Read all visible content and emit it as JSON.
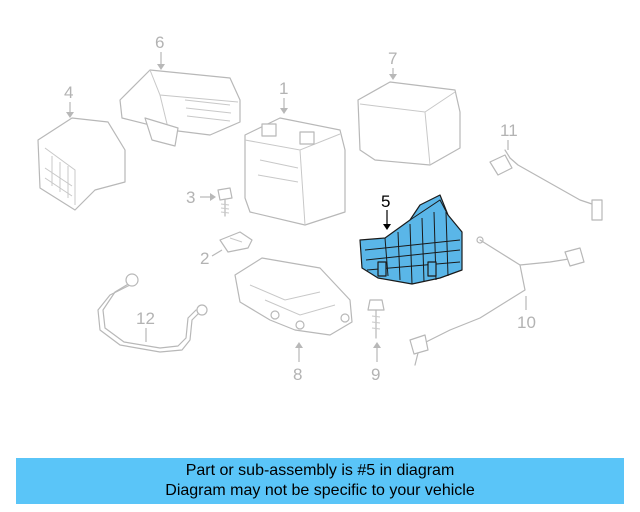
{
  "callouts": {
    "c1": "1",
    "c2": "2",
    "c3": "3",
    "c4": "4",
    "c5": "5",
    "c6": "6",
    "c7": "7",
    "c8": "8",
    "c9": "9",
    "c10": "10",
    "c11": "11",
    "c12": "12"
  },
  "highlight": {
    "part_number": "5",
    "color": "#5ab6e8"
  },
  "banner": {
    "line1": "Part or sub-assembly is #5 in diagram",
    "line2": "Diagram may not be specific to your vehicle",
    "background": "#5ac5f8"
  }
}
